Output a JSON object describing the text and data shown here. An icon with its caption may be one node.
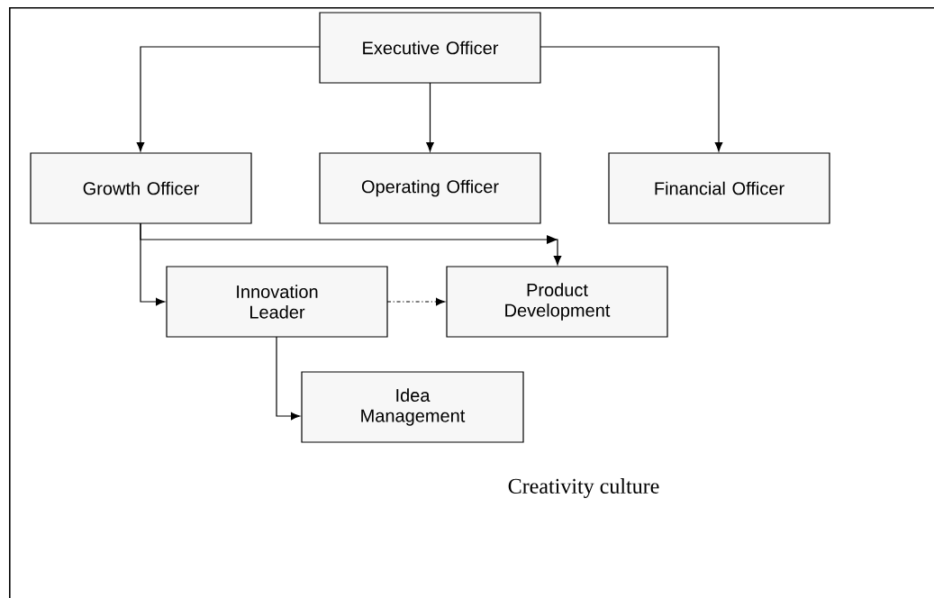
{
  "diagram": {
    "nodes": [
      {
        "text": [
          "Creativity culture"
        ]
      },
      {
        "text": [
          "Executive Officer"
        ],
        "in": 0
      },
      {
        "text": [
          "Growth Officer"
        ],
        "in": 0
      },
      {
        "text": [
          "Operating Officer"
        ],
        "in": 0
      },
      {
        "text": [
          "Financial Officer"
        ],
        "in": 0
      },
      {
        "text": [
          "Innovation Leader"
        ],
        "in": 0
      },
      {
        "text": [
          "Product Development"
        ],
        "in": 0
      },
      {
        "text": [
          "Idea Management"
        ],
        "in": 0
      }
    ],
    "edges": [
      {
        "from": 1,
        "to": 2,
        "arrow": "to"
      },
      {
        "from": 1,
        "to": 3,
        "arrow": "to"
      },
      {
        "from": 1,
        "to": 4,
        "arrow": "to"
      },
      {
        "from": 2,
        "to": 6,
        "arrow": "to"
      },
      {
        "from": 2,
        "to": 5,
        "arrow": "to"
      },
      {
        "from": 5,
        "to": 6,
        "arrow": "to",
        "style": "dashed"
      },
      {
        "from": 5,
        "to": 7,
        "arrow": "to"
      }
    ]
  }
}
